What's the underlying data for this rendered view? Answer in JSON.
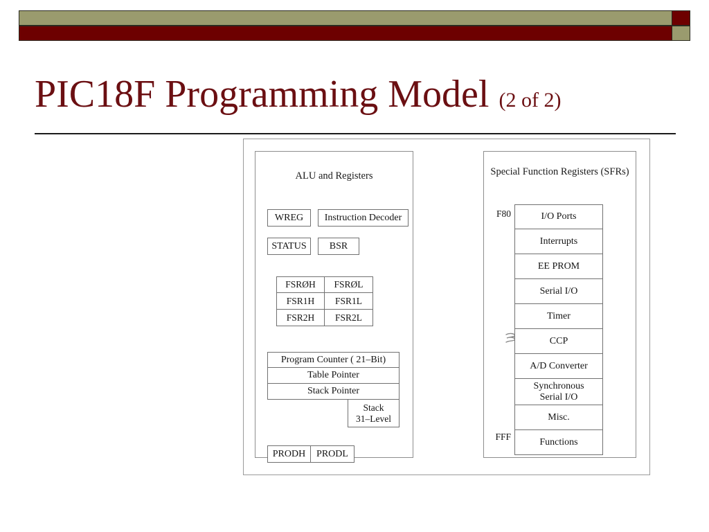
{
  "slide": {
    "title_main": "PIC18F Programming Model",
    "title_sub": "(2 of 2)",
    "accent_olive": "#9a9b6e",
    "accent_darkred": "#6d0000",
    "title_color": "#6b0f12"
  },
  "diagram": {
    "alu_panel": {
      "heading": "ALU and Registers",
      "wreg": "WREG",
      "instruction_decoder": "Instruction Decoder",
      "status": "STATUS",
      "bsr": "BSR",
      "fsr_rows": [
        {
          "high": "FSRØH",
          "low": "FSRØL"
        },
        {
          "high": "FSR1H",
          "low": "FSR1L"
        },
        {
          "high": "FSR2H",
          "low": "FSR2L"
        }
      ],
      "program_counter": "Program Counter ( 21–Bit)",
      "table_pointer": "Table Pointer",
      "stack_pointer": "Stack Pointer",
      "stack": "Stack\n31–Level",
      "prodh": "PRODH",
      "prodl": "PRODL"
    },
    "sfr_panel": {
      "heading": "Special Function\nRegisters (SFRs)",
      "address_top": "F80",
      "address_bottom": "FFF",
      "items": [
        "I/O Ports",
        "Interrupts",
        "EE PROM",
        "Serial I/O",
        "Timer",
        "CCP",
        "A/D Converter",
        "Synchronous\nSerial I/O",
        "Misc.",
        "Functions"
      ]
    }
  }
}
